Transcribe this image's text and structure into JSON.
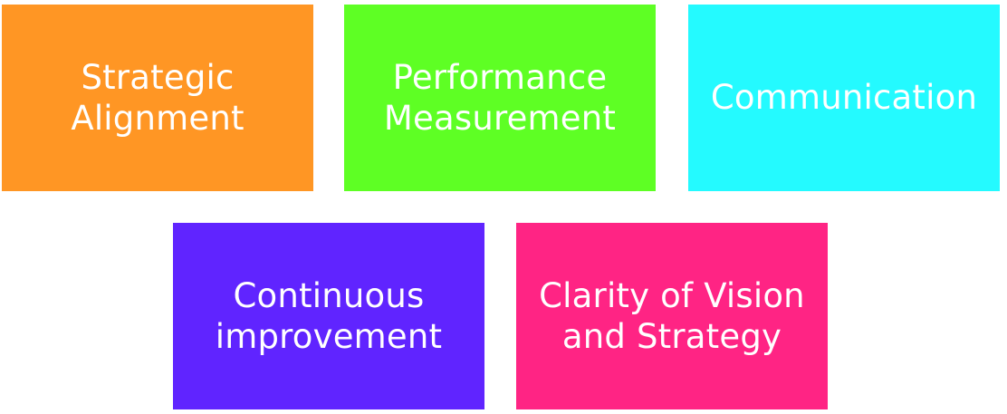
{
  "boxes": [
    {
      "label": "Strategic\nAlignment",
      "color": "#FF9624"
    },
    {
      "label": "Performance\nMeasurement",
      "color": "#5EFF24"
    },
    {
      "label": "Communication",
      "color": "#24FAFF"
    },
    {
      "label": "Continuous\nimprovement",
      "color": "#6024FF"
    },
    {
      "label": "Clarity of Vision\nand Strategy",
      "color": "#FF2484"
    }
  ]
}
